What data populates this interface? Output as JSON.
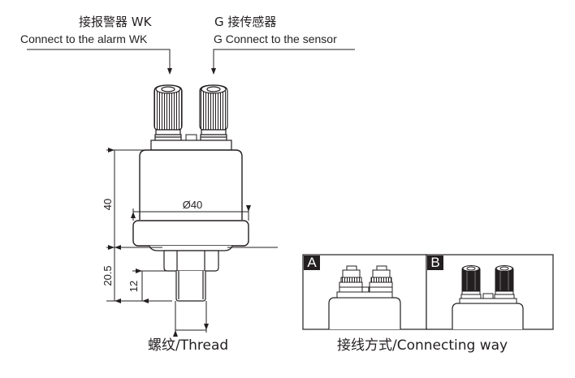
{
  "callouts": {
    "alarm": {
      "cn": "接报警器  WK",
      "en": "Connect to the alarm WK"
    },
    "sensor": {
      "cn": "G  接传感器",
      "en": "G Connect to the sensor"
    }
  },
  "dimensions": {
    "height_body": "40",
    "diameter": "Ø40",
    "height_total_thread": "20.5",
    "thread_length": "12"
  },
  "captions": {
    "thread": "螺纹/Thread",
    "connecting_way": "接线方式/Connecting way"
  },
  "panels": [
    {
      "label": "A",
      "terminal_style": "screw-nut"
    },
    {
      "label": "B",
      "terminal_style": "knurled-knob"
    }
  ],
  "colors": {
    "line": "#231f20",
    "label_bg": "#231f20",
    "label_fg": "#ffffff"
  }
}
